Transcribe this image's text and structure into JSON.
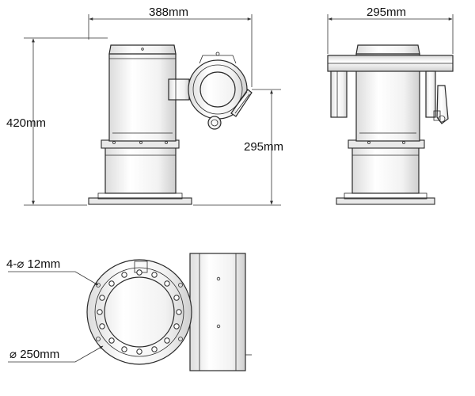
{
  "dimensions": {
    "front_width": "388mm",
    "front_height": "420mm",
    "front_head_height": "295mm",
    "side_width": "295mm",
    "base_holes": "4-⌀ 12mm",
    "base_diameter": "⌀ 250mm"
  }
}
